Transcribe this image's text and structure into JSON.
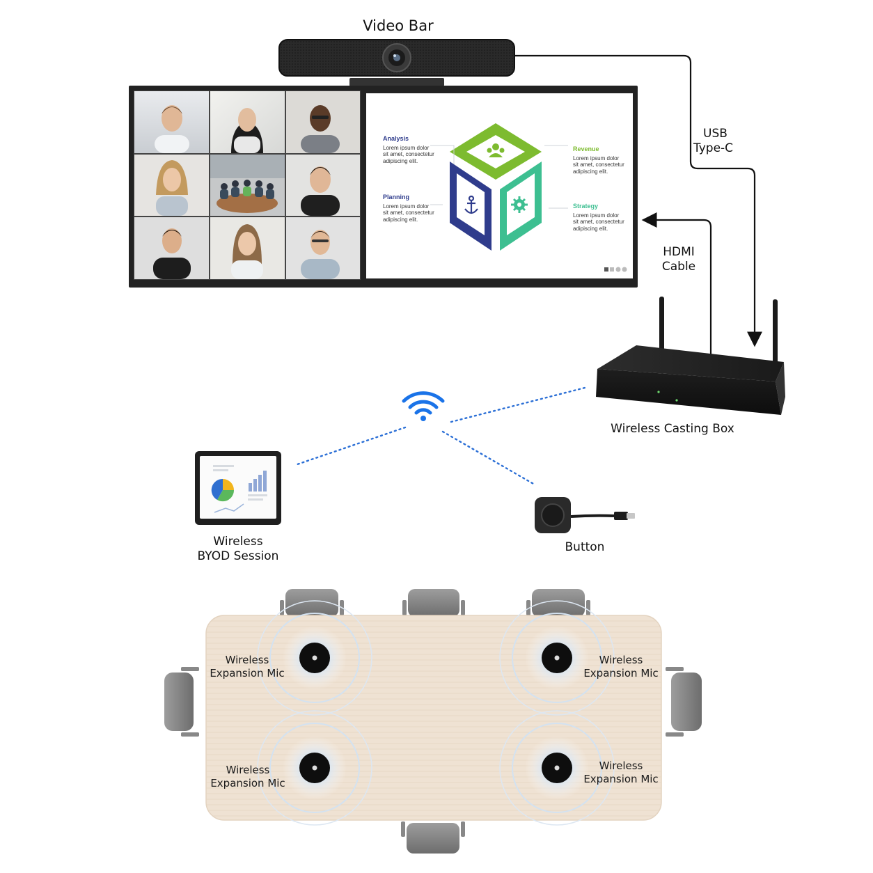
{
  "labels": {
    "video_bar": "Video Bar",
    "usb_line1": "USB",
    "usb_line2": "Type-C",
    "hdmi_line1": "HDMI",
    "hdmi_line2": "Cable",
    "casting_box": "Wireless Casting Box",
    "byod_line1": "Wireless",
    "byod_line2": "BYOD Session",
    "button": "Button",
    "mic_line1": "Wireless",
    "mic_line2": "Expansion Mic"
  },
  "slide": {
    "analysis": {
      "title": "Analysis",
      "body1": "Lorem ipsum dolor",
      "body2": "sit amet, consectetur",
      "body3": "adipiscing elit."
    },
    "planning": {
      "title": "Planning",
      "body1": "Lorem ipsum dolor",
      "body2": "sit amet, consectetur",
      "body3": "adipiscing elit."
    },
    "revenue": {
      "title": "Revenue",
      "body1": "Lorem ipsum dolor",
      "body2": "sit amet, consectetur",
      "body3": "adipiscing elit."
    },
    "strategy": {
      "title": "Strategy",
      "body1": "Lorem ipsum dolor",
      "body2": "sit amet, consectetur",
      "body3": "adipiscing elit."
    }
  },
  "colors": {
    "accent_green": "#7dbb2f",
    "accent_navy": "#2f3c8c",
    "accent_teal": "#3dbf91",
    "wifi_blue": "#1a73e8",
    "table_wood": "#efe2d3"
  },
  "icons": [
    "wifi-icon",
    "users-icon",
    "anchor-icon",
    "gear-icon",
    "pie-chart-icon",
    "bar-chart-icon"
  ]
}
